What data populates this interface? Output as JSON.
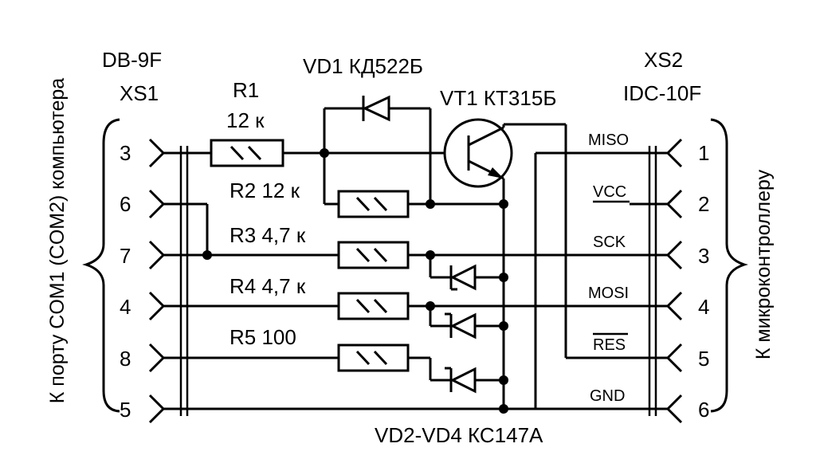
{
  "left_connector": {
    "type": "DB-9F",
    "ref": "XS1",
    "side_label": "К порту COM1 (COM2) компьютера",
    "pins": [
      "3",
      "6",
      "7",
      "4",
      "8",
      "5"
    ]
  },
  "right_connector": {
    "type": "XS2",
    "ref": "IDC-10F",
    "side_label": "К микроконтроллеру",
    "pins": [
      "1",
      "2",
      "3",
      "4",
      "5",
      "6"
    ],
    "signals": [
      "MISO",
      "VCC",
      "SCK",
      "MOSI",
      "RES",
      "GND"
    ]
  },
  "components": {
    "r1": {
      "ref": "R1",
      "value": "12 к"
    },
    "r2": "R2 12 к",
    "r3": "R3 4,7 к",
    "r4": "R4 4,7 к",
    "r5": "R5 100",
    "vd1": "VD1 КД522Б",
    "vt1": "VT1 КТ315Б",
    "vd2_vd4": "VD2-VD4 КС147А"
  }
}
